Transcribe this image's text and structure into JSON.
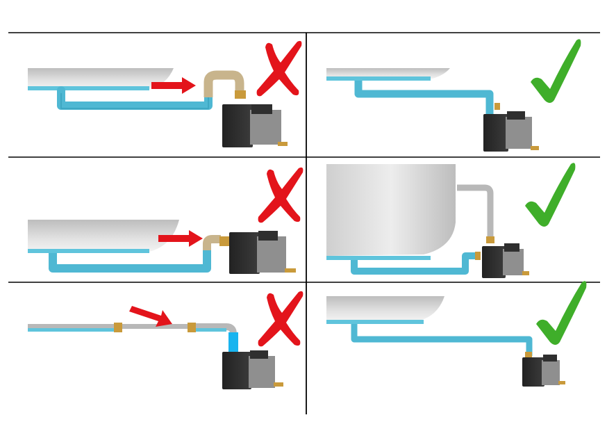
{
  "colors": {
    "background": "#ffffff",
    "grid_lines": "#000000",
    "tub_gray": "#d6d6d6",
    "tub_gray_light": "#ececec",
    "water_blue": "#5fc4dc",
    "pipe_blue": "#4fb8d3",
    "pipe_blue_dark": "#2e97b3",
    "pipe_bright_blue": "#19b4ef",
    "pipe_gray": "#b8b8b8",
    "pipe_gray_dark": "#8c8c8c",
    "elbow_tan": "#c8b48c",
    "brass": "#c99a3b",
    "pump_dark": "#2f2f2f",
    "pump_gray": "#8f8f8f",
    "arrow_red": "#e3141b",
    "cross_red": "#e3141b",
    "check_green": "#3fae2a"
  },
  "panels": [
    {
      "id": "top-left",
      "verdict": "incorrect",
      "mark_icon": "red-cross-icon",
      "has_arrow": true,
      "arrow_icon": "red-arrow-icon"
    },
    {
      "id": "top-right",
      "verdict": "correct",
      "mark_icon": "green-check-icon",
      "has_arrow": false
    },
    {
      "id": "middle-left",
      "verdict": "incorrect",
      "mark_icon": "red-cross-icon",
      "has_arrow": true,
      "arrow_icon": "red-arrow-icon"
    },
    {
      "id": "middle-right",
      "verdict": "correct",
      "mark_icon": "green-check-icon",
      "has_arrow": false
    },
    {
      "id": "bottom-left",
      "verdict": "incorrect",
      "mark_icon": "red-cross-icon",
      "has_arrow": true,
      "arrow_icon": "red-arrow-icon"
    },
    {
      "id": "bottom-right",
      "verdict": "correct",
      "mark_icon": "green-check-icon",
      "has_arrow": false
    }
  ]
}
